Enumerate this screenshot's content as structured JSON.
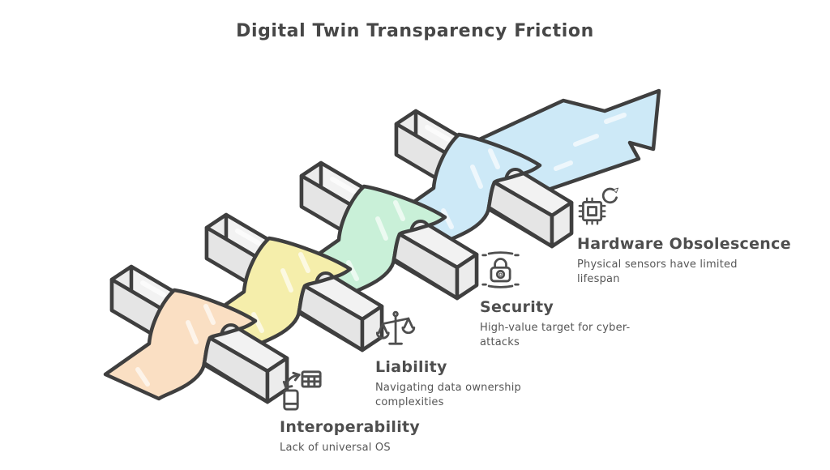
{
  "title": "Digital Twin Transparency Friction",
  "palette": {
    "outline": "#3f3f3f",
    "bar_top": "#f2f2f2",
    "bar_front": "#e5e5e5",
    "bar_cap": "#ececec",
    "arch_window": "#eaeaea",
    "text_heading": "#4e4e4e",
    "text_body": "#565656"
  },
  "arrow": {
    "direction": "up-right",
    "color": "#cde9f7"
  },
  "stages": [
    {
      "name": "Interoperability",
      "description": "Lack of universal OS",
      "icon": "device-sync-icon",
      "color": "#fadfc3"
    },
    {
      "name": "Liability",
      "description": "Navigating data ownership complexities",
      "icon": "scales-icon",
      "color": "#f5eeab"
    },
    {
      "name": "Security",
      "description": "High-value target for cyber-attacks",
      "icon": "padlock-icon",
      "color": "#c9f0d8"
    },
    {
      "name": "Hardware Obsolescence",
      "description": "Physical sensors have limited lifespan",
      "icon": "chip-refresh-icon",
      "color": "#cde9f7"
    }
  ]
}
